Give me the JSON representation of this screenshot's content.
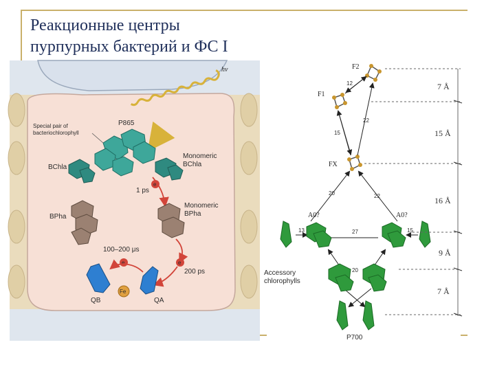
{
  "slide": {
    "title_line1": "Реакционные центры",
    "title_line2": "пурпурных бактерий и ФС I"
  },
  "left_diagram": {
    "hv": "hν",
    "p865": "P865",
    "special_pair_1": "Special pair of",
    "special_pair_2": "bacteriochlorophyll",
    "bchla_left": "BChla",
    "monomeric_1": "Monomeric",
    "monomeric_bchla": "BChla",
    "monomeric_2": "Monomeric",
    "monomeric_bpha": "BPha",
    "bpha_left": "BPha",
    "time_1ps": "1 ps",
    "time_200ps": "200 ps",
    "time_100_200us": "100–200 μs",
    "electron": "e",
    "qb": "QB",
    "qa": "QA",
    "fe": "Fe"
  },
  "right_diagram": {
    "f2": "F2",
    "f1": "F1",
    "fx": "FX",
    "a0_left": "A0?",
    "a0_right": "A0?",
    "accessory_1": "Accessory",
    "accessory_2": "chlorophylls",
    "p700": "P700",
    "d12": "12",
    "d22a": "22",
    "d15a": "15",
    "d20a": "20",
    "d22b": "22",
    "d13": "13",
    "d27": "27",
    "d15b": "15",
    "d20b": "20",
    "s7a": "7 Å",
    "s15": "15 Å",
    "s16": "16 Å",
    "s9": "9 Å",
    "s7b": "7 Å"
  },
  "colors": {
    "title": "#1f2f5a",
    "frame": "#c9b06a",
    "membrane": "#e8d9b8",
    "protein": "#f7e0d6",
    "teal": "#3ea79a",
    "brown": "#9b8172",
    "blue": "#2e7fd1",
    "red_arrow": "#d2453a",
    "green": "#2f9a3c",
    "wave": "#d8b23a"
  }
}
